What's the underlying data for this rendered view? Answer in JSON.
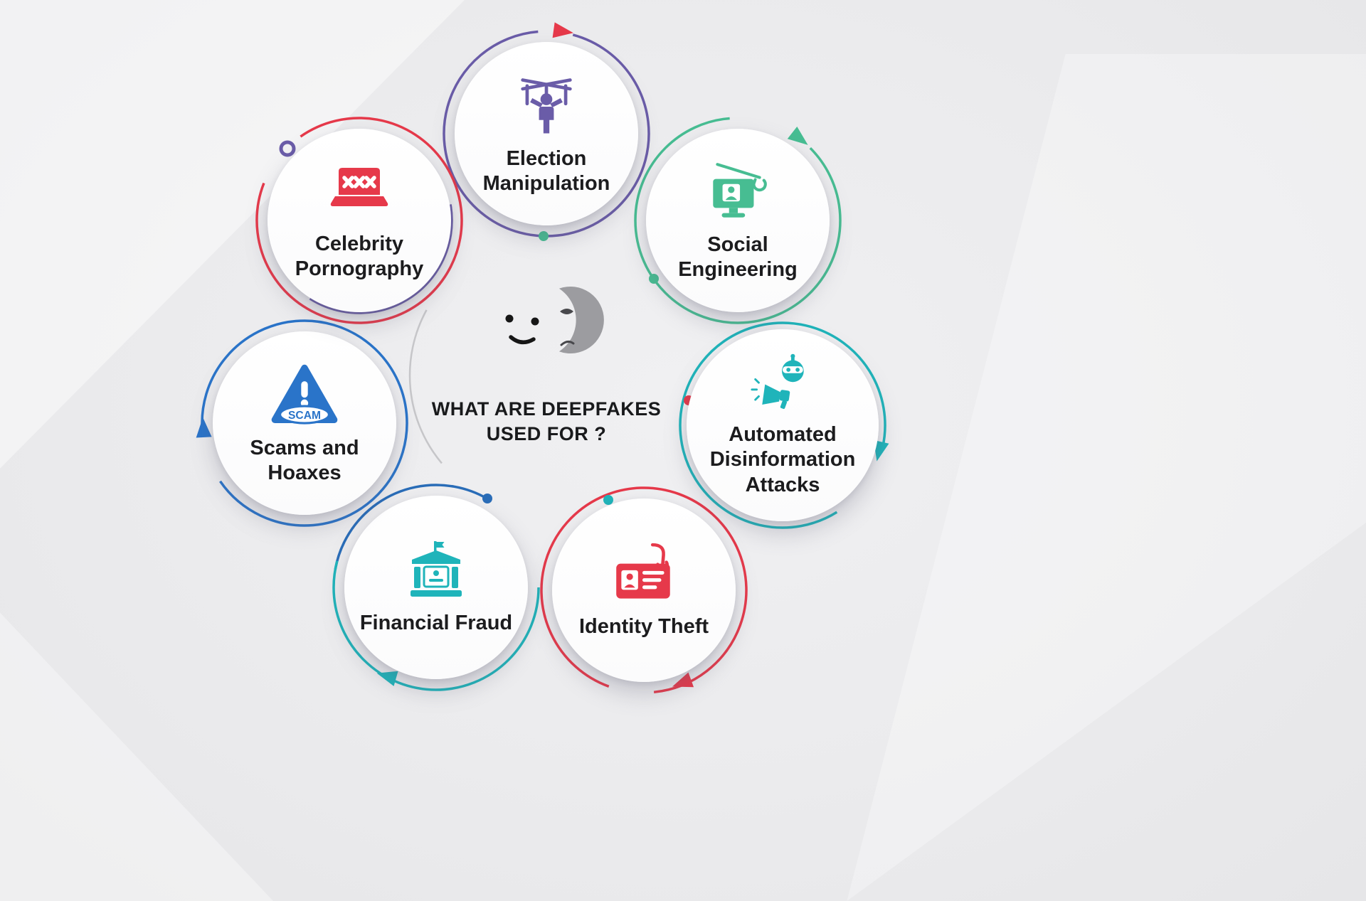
{
  "title": "WHAT ARE DEEPFAKES USED FOR ?",
  "center": {
    "icon": "deepfake-face-mask-icon",
    "mask_color": "#9c9ca0",
    "face_color": "#161616"
  },
  "background_color": "#ebebed",
  "nodes": [
    {
      "id": "election-manipulation",
      "label": "Election Manipulation",
      "color": "#6a5ca8",
      "arrow_color": "#e6394a",
      "icon": "puppet-marionette-icon"
    },
    {
      "id": "social-engineering",
      "label": "Social Engineering",
      "color": "#47bd92",
      "arrow_color": "#47bd92",
      "icon": "phishing-monitor-icon"
    },
    {
      "id": "automated-disinformation-attacks",
      "label": "Automated Disinformation Attacks",
      "color": "#1fb4ba",
      "arrow_color": "#1fb4ba",
      "icon": "robot-megaphone-icon"
    },
    {
      "id": "identity-theft",
      "label": "Identity Theft",
      "color": "#e6394a",
      "arrow_color": "#e6394a",
      "icon": "id-card-hook-icon"
    },
    {
      "id": "financial-fraud",
      "label": "Financial Fraud",
      "color": "#1fb4ba",
      "secondary_color": "#2a6db8",
      "arrow_color": "#1fb4ba",
      "icon": "bank-building-icon"
    },
    {
      "id": "scams-and-hoaxes",
      "label": "Scams and Hoaxes",
      "color": "#2a74c9",
      "arrow_color": "#2a74c9",
      "icon": "scam-warning-triangle-icon",
      "icon_text": "SCAM"
    },
    {
      "id": "celebrity-pornography",
      "label": "Celebrity Pornography",
      "color": "#e6394a",
      "secondary_color": "#6a5ca8",
      "arrow_color": "#e6394a",
      "icon": "censored-xxx-icon"
    }
  ]
}
